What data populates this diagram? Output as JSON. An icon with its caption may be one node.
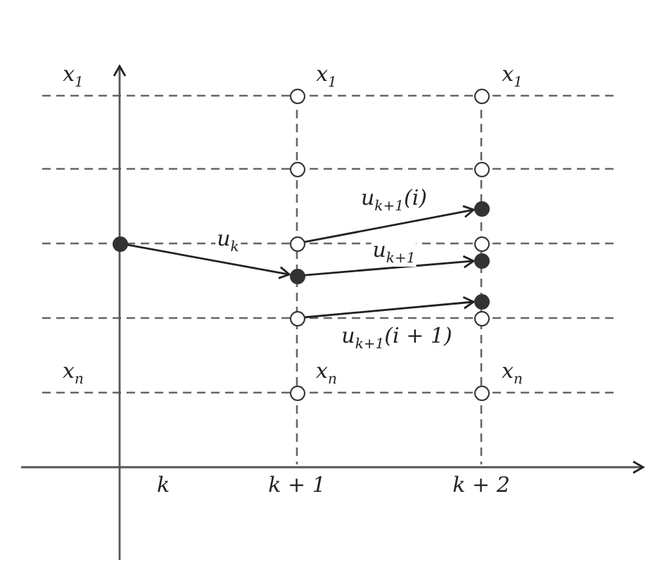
{
  "diagram": {
    "nodes": [
      {
        "text": [],
        "shape": "circle"
      },
      {
        "text": [],
        "shape": "circle"
      },
      {
        "text": [],
        "shape": "circle"
      },
      {
        "text": [],
        "shape": "circle"
      },
      {
        "text": [],
        "shape": "dot"
      },
      {
        "text": [],
        "shape": "dot"
      },
      {
        "text": [],
        "shape": "circle"
      },
      {
        "text": [],
        "shape": "circle"
      },
      {
        "text": [],
        "shape": "dot"
      },
      {
        "text": [],
        "shape": "dot"
      },
      {
        "text": [],
        "shape": "dot"
      },
      {
        "text": [],
        "shape": "circle"
      },
      {
        "text": [],
        "shape": "circle"
      },
      {
        "text": [],
        "shape": "circle"
      },
      {
        "text": [],
        "shape": "circle"
      }
    ],
    "edges": [
      {
        "from": 5,
        "to": 9,
        "arrow": "to",
        "label": "u$_{k}$"
      },
      {
        "from": 6,
        "to": 4,
        "arrow": "to",
        "label": "u$_{k+1}$(i)"
      },
      {
        "from": 9,
        "to": 8,
        "arrow": "to",
        "label": "u$_{k+1}$"
      },
      {
        "from": 11,
        "to": 10,
        "arrow": "to",
        "label": "u$_{k+1}$(i + 1)"
      }
    ],
    "labels": [
      "x$_{1}$",
      "x$_{1}$",
      "x$_{1}$",
      "x$_{n}$",
      "x$_{n}$",
      "x$_{n}$",
      "k",
      "k + 1",
      "k + 2"
    ]
  }
}
